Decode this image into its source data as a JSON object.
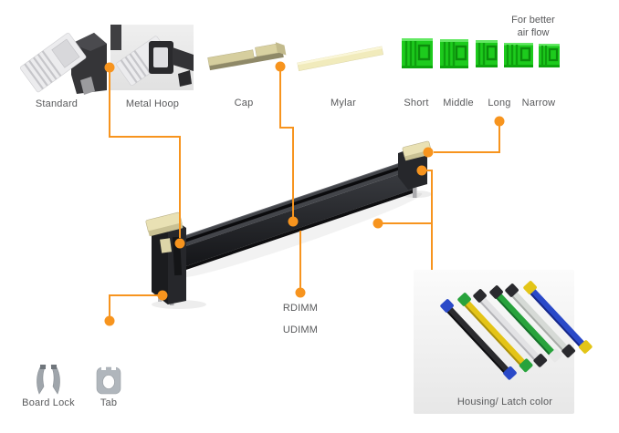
{
  "colors": {
    "accent_orange": "#F7941E",
    "label_text": "#58595B",
    "green_part": "#1DCB1D",
    "beige_part": "#E9E1B4",
    "connector_black": "#26272B"
  },
  "top_row": {
    "standard_label": "Standard",
    "metal_hoop_label": "Metal Hoop",
    "cap_label": "Cap",
    "mylar_label": "Mylar",
    "short_label": "Short",
    "middle_label": "Middle",
    "long_label": "Long",
    "narrow_label": "Narrow",
    "airflow_note_line1": "For better",
    "airflow_note_line2": "air flow"
  },
  "connector": {
    "rdimm_label": "RDIMM",
    "udimm_label": "UDIMM"
  },
  "bottom_left": {
    "board_lock_label": "Board Lock",
    "tab_label": "Tab"
  },
  "bottom_right": {
    "housing_label": "Housing/ Latch color",
    "housing_colors": [
      "black",
      "yellow",
      "white",
      "green",
      "silver",
      "blue"
    ]
  }
}
